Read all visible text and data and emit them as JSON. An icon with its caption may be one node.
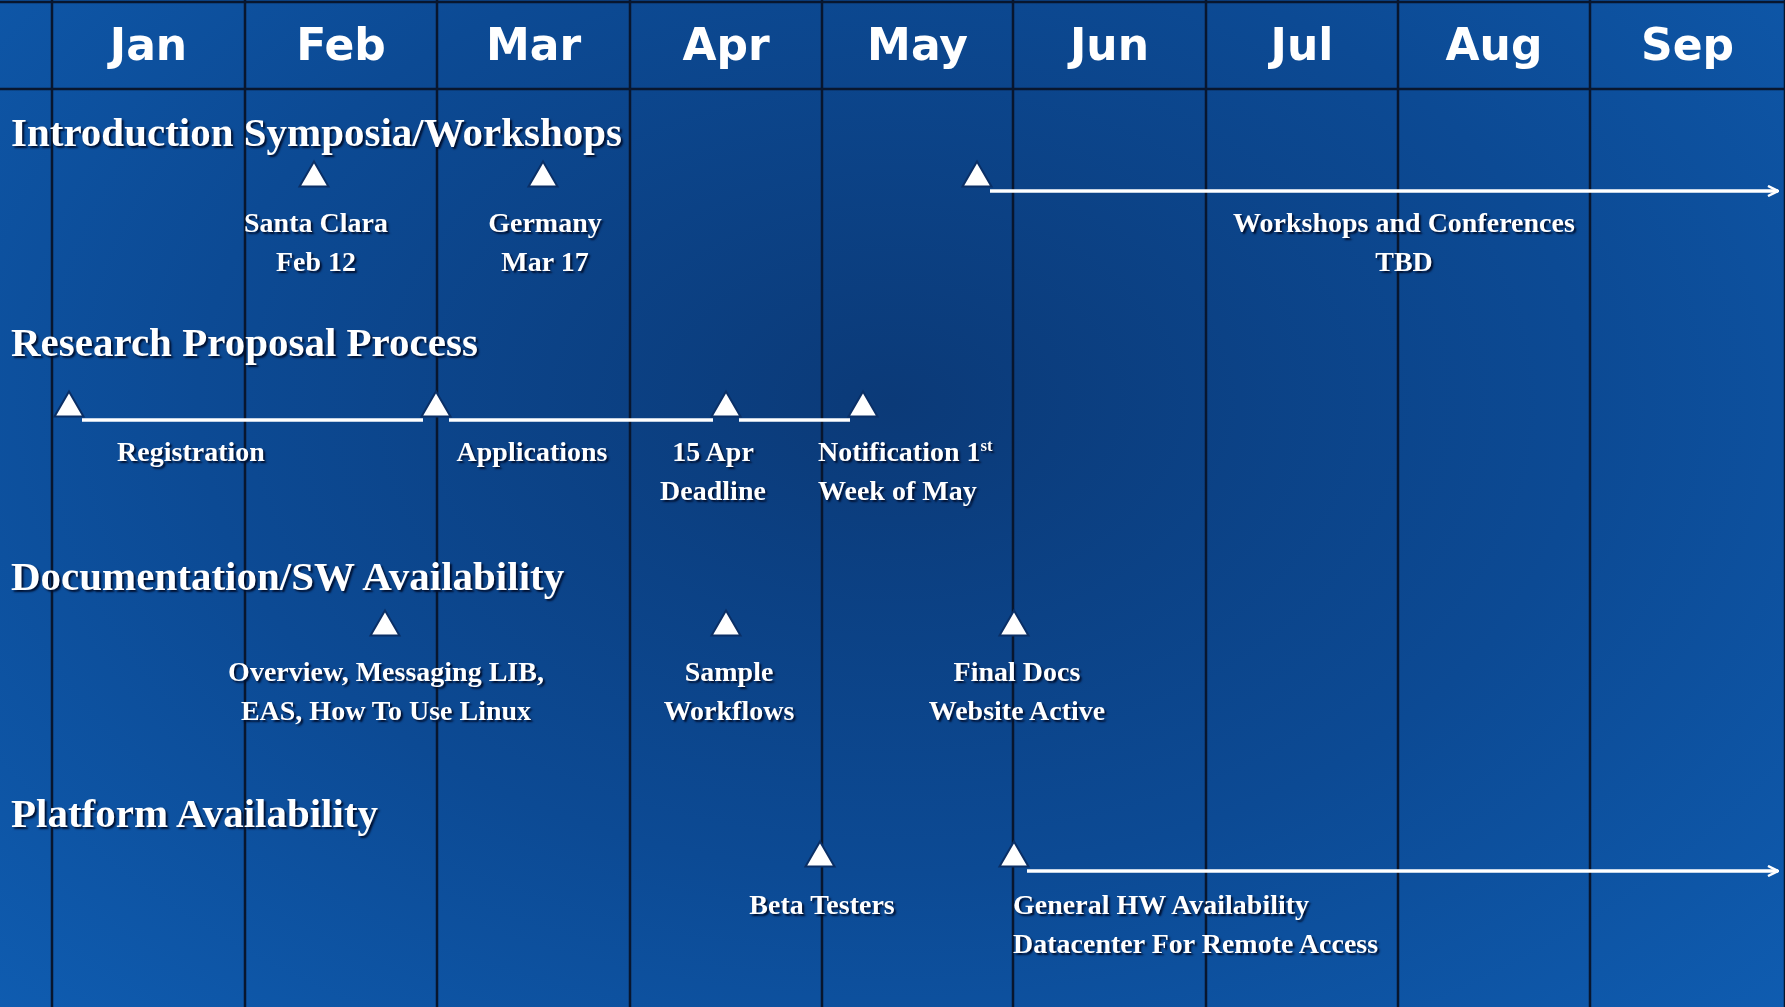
{
  "diagram": {
    "nodes": [
      {
        "text": [],
        "shape": "triangle",
        "beside": [
          "Santa Clara Feb 12"
        ]
      },
      {
        "text": [],
        "shape": "triangle",
        "beside": [
          "Germany Mar 17"
        ]
      },
      {
        "text": [],
        "shape": "triangle"
      },
      {
        "text": [],
        "shape": "triangle"
      },
      {
        "text": [],
        "shape": "triangle"
      },
      {
        "text": [],
        "shape": "triangle",
        "beside": [
          "15 Apr Deadline"
        ]
      },
      {
        "text": [],
        "shape": "triangle",
        "beside": [
          "Notification 1$^{st}$ Week of May"
        ]
      },
      {
        "text": [],
        "shape": "triangle",
        "beside": [
          "Overview, Messaging LIB, EAS, How To Use Linux"
        ]
      },
      {
        "text": [],
        "shape": "triangle",
        "beside": [
          "Sample Workflows"
        ]
      },
      {
        "text": [],
        "shape": "triangle",
        "beside": [
          "Final Docs Website Active"
        ]
      },
      {
        "text": [],
        "shape": "triangle",
        "beside": [
          "Beta Testers"
        ]
      },
      {
        "text": [],
        "shape": "triangle"
      }
    ],
    "edges": [
      {
        "from": 2,
        "to": null,
        "arrow": "to",
        "label": "Workshops and Conferences TBD"
      },
      {
        "from": 3,
        "to": 4,
        "arrow": "none",
        "label": "Registration"
      },
      {
        "from": 4,
        "to": 5,
        "arrow": "none",
        "label": "Applications"
      },
      {
        "from": 5,
        "to": 6,
        "arrow": "none"
      },
      {
        "from": 11,
        "to": null,
        "arrow": "to",
        "label": "General HW Availability Datacenter For Remote Access"
      }
    ],
    "labels": [
      "Jan",
      "Feb",
      "Mar",
      "Apr",
      "May",
      "Jun",
      "Jul",
      "Aug",
      "Sep",
      "Introduction Symposia/Workshops",
      "Research Proposal Process",
      "Documentation/SW Availability",
      "Platform Availability"
    ]
  }
}
